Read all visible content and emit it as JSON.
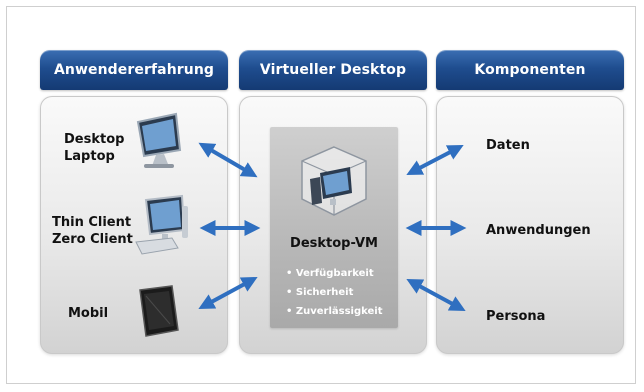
{
  "columns": [
    {
      "key": "user_experience",
      "header": "Anwendererfahrung"
    },
    {
      "key": "virtual_desktop",
      "header": "Virtueller Desktop"
    },
    {
      "key": "components",
      "header": "Komponenten"
    }
  ],
  "devices": [
    {
      "line1": "Desktop",
      "line2": "Laptop",
      "icon": "monitor-icon"
    },
    {
      "line1": "Thin Client",
      "line2": "Zero Client",
      "icon": "thin-client-icon"
    },
    {
      "line1": "Mobil",
      "line2": "",
      "icon": "tablet-icon"
    }
  ],
  "vm": {
    "title": "Desktop-VM",
    "icon": "virtual-machine-cube-icon",
    "features": [
      "Verfügbarkeit",
      "Sicherheit",
      "Zuverlässigkeit"
    ]
  },
  "components": [
    "Daten",
    "Anwendungen",
    "Persona"
  ],
  "colors": {
    "header_top": "#3b6fb3",
    "header_bottom": "#143a73",
    "arrow": "#2f6fc0",
    "panel": "#e9e9e9",
    "inner_box": "#b7b7b7"
  }
}
